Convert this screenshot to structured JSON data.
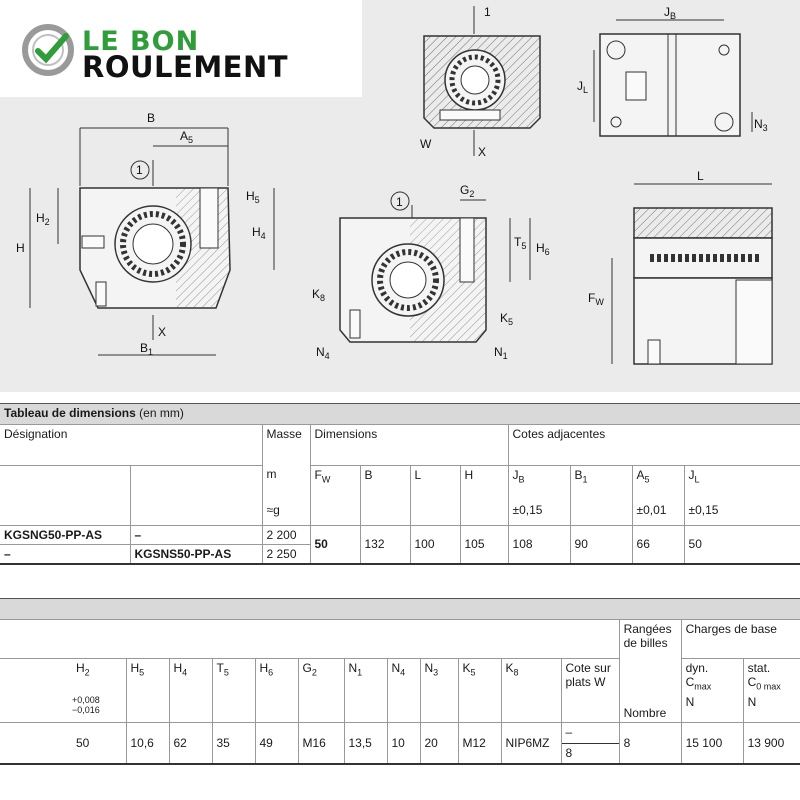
{
  "logo": {
    "line1": "LE BON",
    "line2": "ROULEMENT",
    "icon": "check-circle-icon",
    "color_green": "#2f9e3a"
  },
  "drawing": {
    "callout": "1",
    "labels": {
      "B": "B",
      "A5": "A",
      "A5s": "5",
      "H": "H",
      "H2": "H",
      "H2s": "2",
      "H5": "H",
      "H5s": "5",
      "H4": "H",
      "H4s": "4",
      "B1": "B",
      "B1s": "1",
      "X": "X",
      "G2": "G",
      "G2s": "2",
      "T5": "T",
      "T5s": "5",
      "H6": "H",
      "H6s": "6",
      "K8": "K",
      "K8s": "8",
      "K5": "K",
      "K5s": "5",
      "N4": "N",
      "N4s": "4",
      "N1": "N",
      "N1s": "1",
      "W": "W",
      "x": "X",
      "JB": "J",
      "JBs": "B",
      "JL": "J",
      "JLs": "L",
      "N3": "N",
      "N3s": "3",
      "L": "L",
      "FW": "F",
      "FWs": "W"
    }
  },
  "table1": {
    "title": "Tableau de dimensions",
    "title_unit": "(en mm)",
    "h_designation": "Désignation",
    "h_masse": "Masse",
    "h_dimensions": "Dimensions",
    "h_cotes": "Cotes adjacentes",
    "h_m": "m",
    "h_approx_g": "≈g",
    "cols": {
      "FW": "F",
      "FWs": "W",
      "B": "B",
      "L": "L",
      "H": "H",
      "JB": "J",
      "JBs": "B",
      "B1": "B",
      "B1s": "1",
      "A5": "A",
      "A5s": "5",
      "JL": "J",
      "JLs": "L"
    },
    "tol_JB": "±0,15",
    "tol_A5": "±0,01",
    "tol_JL": "±0,15",
    "rows": [
      {
        "d1": "KGSNG50-PP-AS",
        "d2": "–",
        "mass": "2 200"
      },
      {
        "d1": "–",
        "d2": "KGSNS50-PP-AS",
        "mass": "2 250"
      }
    ],
    "values": {
      "FW": "50",
      "B": "132",
      "L": "100",
      "H": "105",
      "JB": "108",
      "B1": "90",
      "A5": "66",
      "JL": "50"
    }
  },
  "table2": {
    "h_rangees": "Rangées de billes",
    "h_charges": "Charges de base",
    "cols": {
      "H2": "H",
      "H2s": "2",
      "H5": "H",
      "H5s": "5",
      "H4": "H",
      "H4s": "4",
      "T5": "T",
      "T5s": "5",
      "H6": "H",
      "H6s": "6",
      "G2": "G",
      "G2s": "2",
      "N1": "N",
      "N1s": "1",
      "N4": "N",
      "N4s": "4",
      "N3": "N",
      "N3s": "3",
      "K5": "K",
      "K5s": "5",
      "K8": "K",
      "K8s": "8",
      "W": "Cote sur plats W",
      "nombre": "Nombre",
      "dyn": "dyn.",
      "cmax": "C",
      "cmaxs": "max",
      "stat": "stat.",
      "c0max": "C",
      "c0maxs": "0 max",
      "unitN1": "N",
      "unitN2": "N"
    },
    "tol_H2_plus": "+0,008",
    "tol_H2_minus": "−0,016",
    "values": {
      "H2": "50",
      "H5": "10,6",
      "H4": "62",
      "T5": "35",
      "H6": "49",
      "G2": "M16",
      "N1": "13,5",
      "N4": "10",
      "N3": "20",
      "K5": "M12",
      "K8": "NIP6MZ",
      "W1": "–",
      "W2": "8",
      "rows": "8",
      "dyn": "15 100",
      "stat": "13 900"
    }
  }
}
